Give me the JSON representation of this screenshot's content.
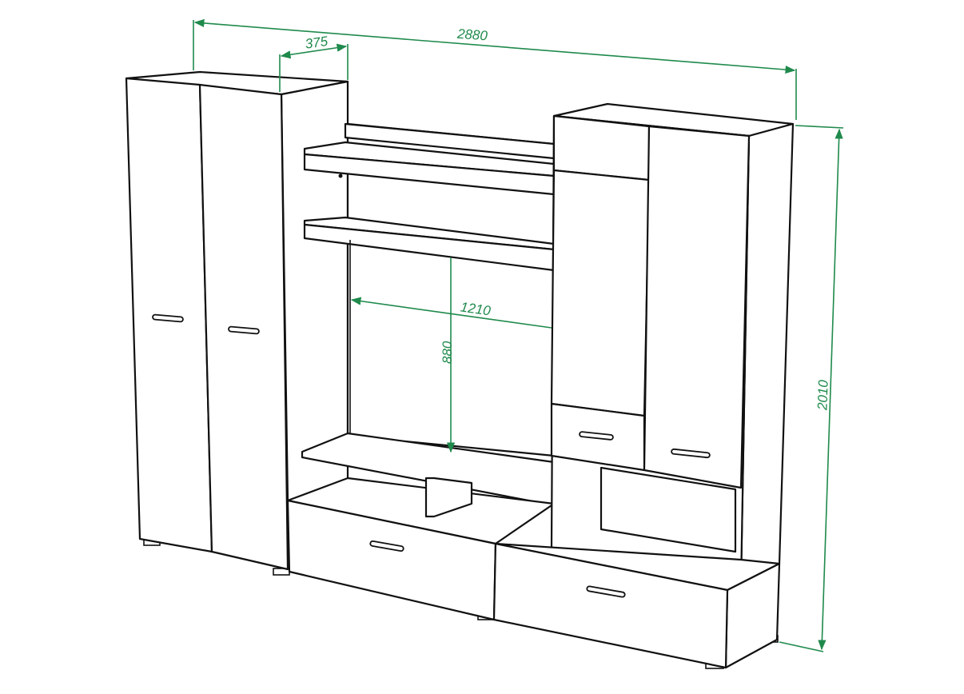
{
  "drawing": {
    "dimensions": {
      "total_width": "2880",
      "depth": "375",
      "niche_width": "1210",
      "niche_height": "880",
      "total_height": "2010"
    },
    "colors": {
      "lines": "#111111",
      "dimension": "#1f8a4c",
      "background": "#ffffff"
    }
  }
}
